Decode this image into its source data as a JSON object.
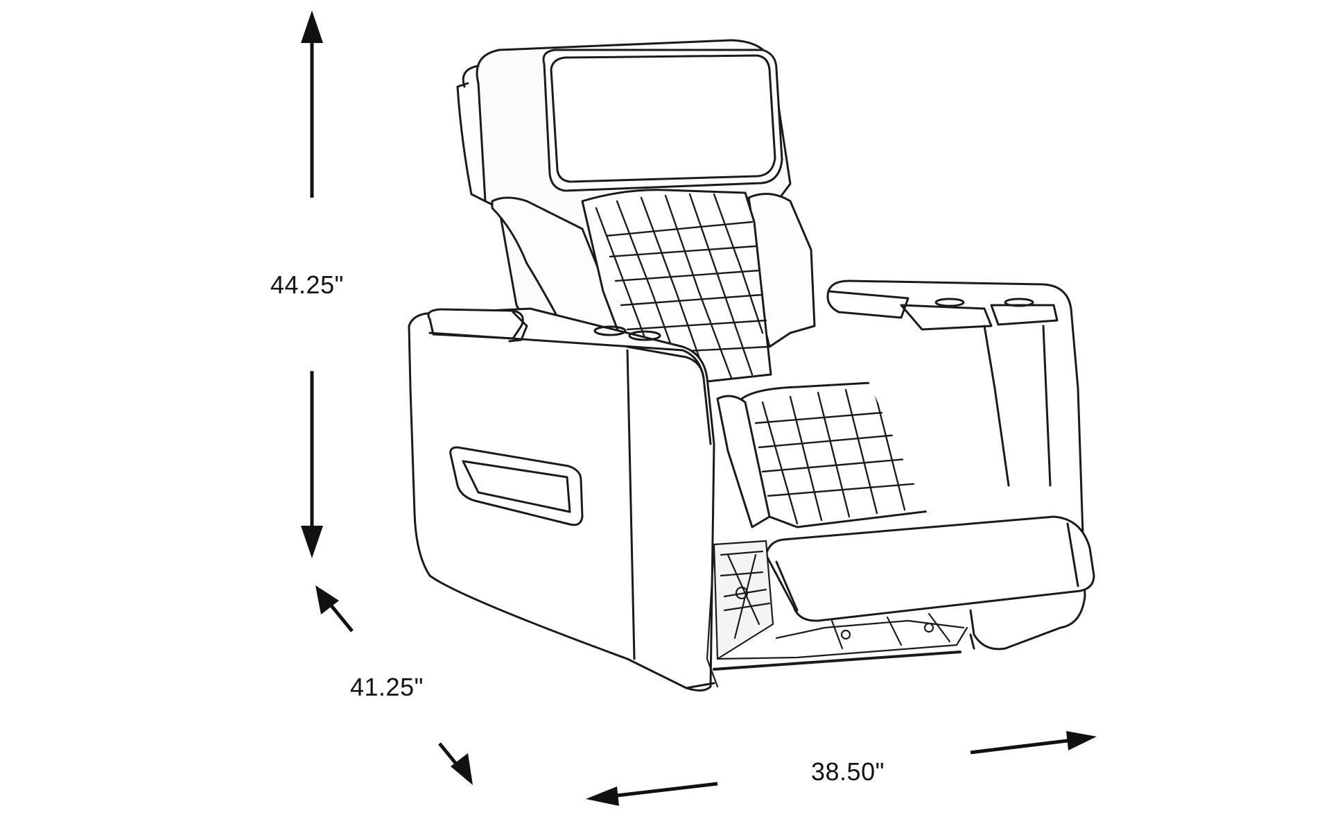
{
  "dimensions": {
    "height": "44.25\"",
    "depth": "41.25\"",
    "width": "38.50\""
  },
  "colors": {
    "line": "#1a1a1a",
    "arrow": "#111111",
    "background": "#ffffff"
  },
  "icons": {
    "product": "power-recliner-chair-line-drawing",
    "arrows": "dimension-arrow"
  }
}
